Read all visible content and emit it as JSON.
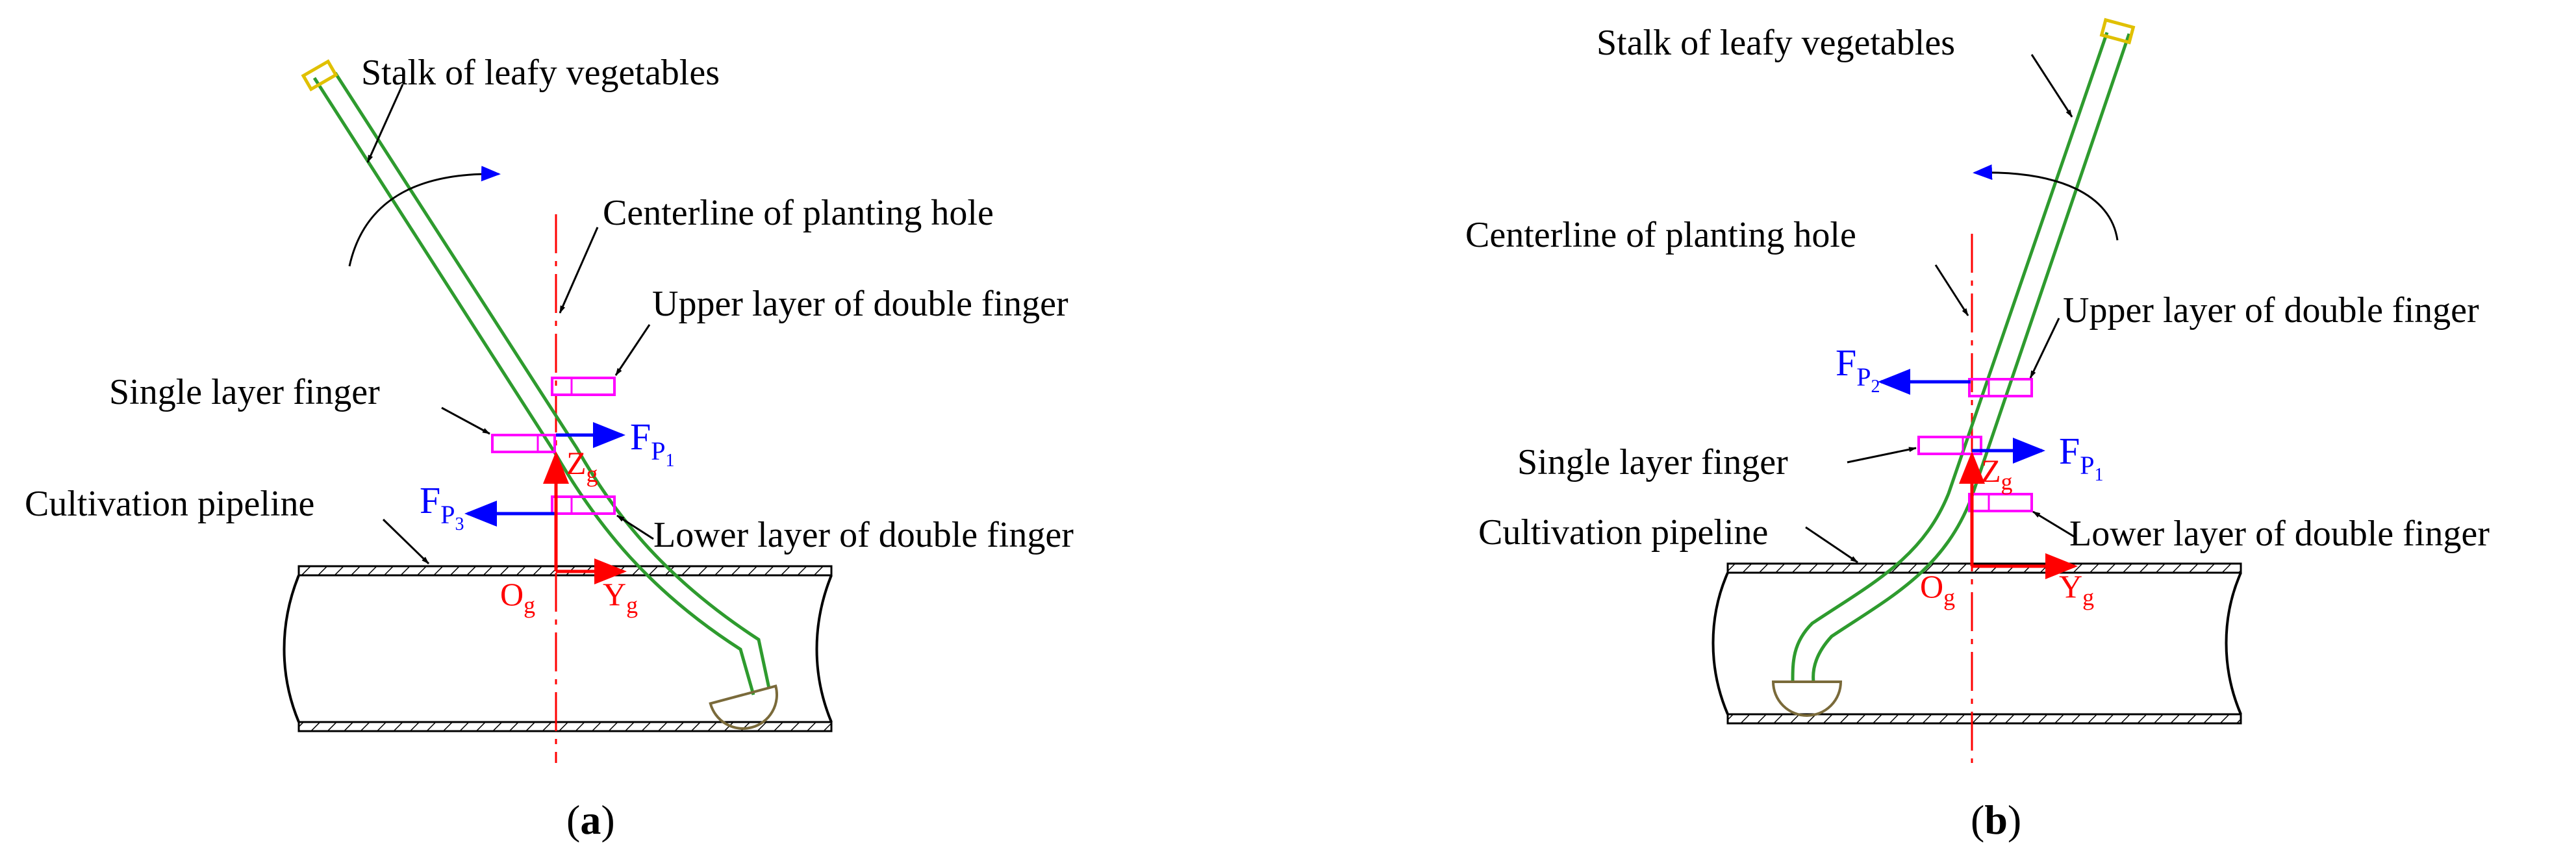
{
  "colors": {
    "stalk": "#2e9b2e",
    "finger": "#ff00ff",
    "force": "#0000ff",
    "axis": "#ff0000",
    "pipe": "#000000",
    "root_cup": "#7a6a3a",
    "stalk_tip": "#e0c000"
  },
  "panel_a": {
    "labels": {
      "stalk": "Stalk of leafy vegetables",
      "centerline": "Centerline of planting hole",
      "upper_finger": "Upper layer of double finger",
      "single_finger": "Single layer finger",
      "pipeline": "Cultivation pipeline",
      "lower_finger": "Lower layer of double finger"
    },
    "forces": {
      "fp1": {
        "main": "F",
        "sub": "P",
        "subsub": "1"
      },
      "fp3": {
        "main": "F",
        "sub": "P",
        "subsub": "3"
      }
    },
    "axes": {
      "z": {
        "main": "Z",
        "sub": "g"
      },
      "y": {
        "main": "Y",
        "sub": "g"
      },
      "o": {
        "main": "O",
        "sub": "g"
      }
    },
    "caption": {
      "open": "(",
      "letter": "a",
      "close": ")"
    }
  },
  "panel_b": {
    "labels": {
      "stalk": "Stalk of leafy vegetables",
      "centerline": "Centerline of planting hole",
      "upper_finger": "Upper layer of double finger",
      "single_finger": "Single layer finger",
      "pipeline": "Cultivation pipeline",
      "lower_finger": "Lower layer of double finger"
    },
    "forces": {
      "fp2": {
        "main": "F",
        "sub": "P",
        "subsub": "2"
      },
      "fp1": {
        "main": "F",
        "sub": "P",
        "subsub": "1"
      }
    },
    "axes": {
      "z": {
        "main": "Z",
        "sub": "g"
      },
      "y": {
        "main": "Y",
        "sub": "g"
      },
      "o": {
        "main": "O",
        "sub": "g"
      }
    },
    "caption": {
      "open": "(",
      "letter": "b",
      "close": ")"
    }
  }
}
